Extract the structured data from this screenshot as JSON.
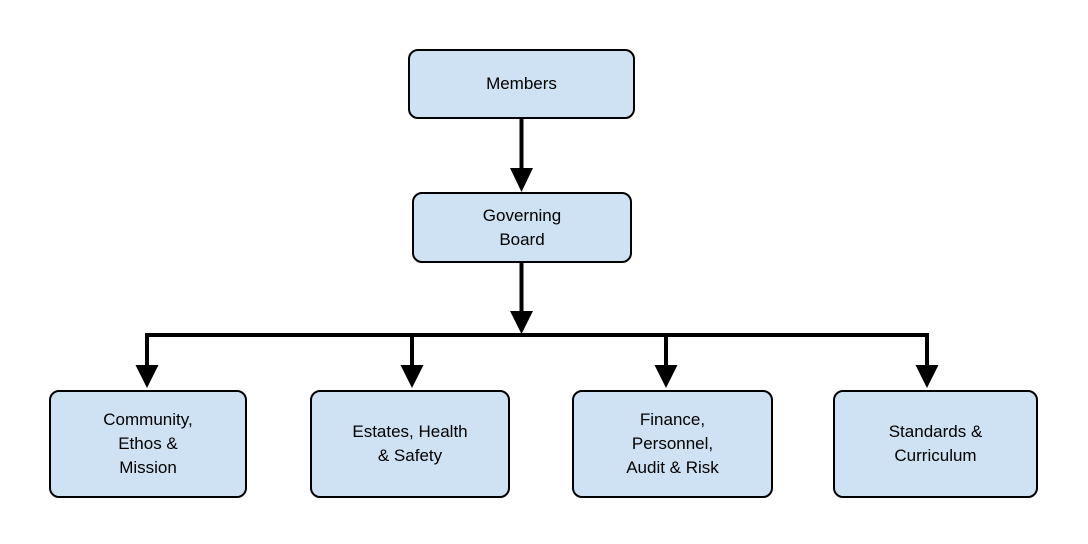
{
  "diagram": {
    "type": "org-chart",
    "nodes": [
      {
        "id": "members",
        "label": "Members"
      },
      {
        "id": "governing-board",
        "label": "Governing\nBoard"
      },
      {
        "id": "community-ethos-mission",
        "label": "Community,\nEthos &\nMission"
      },
      {
        "id": "estates-health-safety",
        "label": "Estates, Health\n& Safety"
      },
      {
        "id": "finance-personnel-audit-risk",
        "label": "Finance,\nPersonnel,\nAudit & Risk"
      },
      {
        "id": "standards-curriculum",
        "label": "Standards &\nCurriculum"
      }
    ],
    "edges": [
      {
        "from": "Members",
        "to": "Governing Board"
      },
      {
        "from": "Governing Board",
        "to": "Community, Ethos & Mission"
      },
      {
        "from": "Governing Board",
        "to": "Estates, Health & Safety"
      },
      {
        "from": "Governing Board",
        "to": "Finance, Personnel, Audit & Risk"
      },
      {
        "from": "Governing Board",
        "to": "Standards & Curriculum"
      }
    ],
    "colors": {
      "background": "#ffffff",
      "node_fill": "#cfe2f3",
      "node_border": "#000000",
      "arrow": "#000000"
    }
  }
}
